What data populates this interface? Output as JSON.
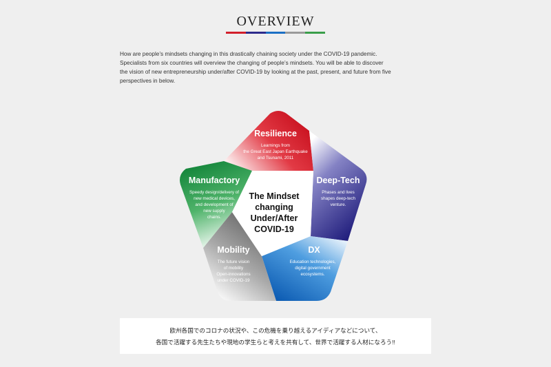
{
  "page": {
    "title": "OVERVIEW",
    "title_bar_colors": [
      "#d21f2b",
      "#2d2b8c",
      "#1b6fc4",
      "#9a9a9a",
      "#3a9e4a"
    ]
  },
  "intro": {
    "line1": "How are people’s mindsets changing in this drastically chaining society under the COVID-19 pandemic.",
    "line2": "Specialists from six countries will overview the changing of people’s mindsets. You will be able to discover",
    "line3": "the vision of new entrepreneurship under/after COVID-19 by looking at the past, present, and future from five",
    "line4": "perspectives in below."
  },
  "diagram": {
    "center": {
      "line1": "The Mindset",
      "line2": "changing",
      "line3": "Under/After",
      "line4": "COVID-19"
    },
    "segments": {
      "resilience": {
        "title": "Resilience",
        "desc1": "Learnings from",
        "desc2": "the Great East Japan Earthquake",
        "desc3": "and Tsunami, 2011",
        "color": "#d21f2b"
      },
      "deeptech": {
        "title": "Deep-Tech",
        "desc1": "Phases and lives",
        "desc2": "shapes deep-tech",
        "desc3": "venture.",
        "color": "#2d2b8c"
      },
      "dx": {
        "title": "DX",
        "desc1": "Education technologies,",
        "desc2": "digital government",
        "desc3": "ecosystems.",
        "color": "#1b6fc4"
      },
      "mobility": {
        "title": "Mobility",
        "desc1": "The future vision",
        "desc2": "of mobility",
        "desc3": "Open-innovations",
        "desc4": "under COVID-19",
        "color": "#8c8c8c"
      },
      "manufactory": {
        "title": "Manufactory",
        "desc1": "Speedy design/delivery of",
        "desc2": "new medical devices,",
        "desc3": "and development of",
        "desc4": "new supply",
        "desc5": "chains.",
        "color": "#2a9a45"
      }
    }
  },
  "bottom": {
    "line1": "欧州各国でのコロナの状況や、この危機を乗り越えるアイディアなどについて、",
    "line2": "各国で活躍する先生たちや現地の学生らと考えを共有して、世界で活躍する人材になろう!!"
  }
}
